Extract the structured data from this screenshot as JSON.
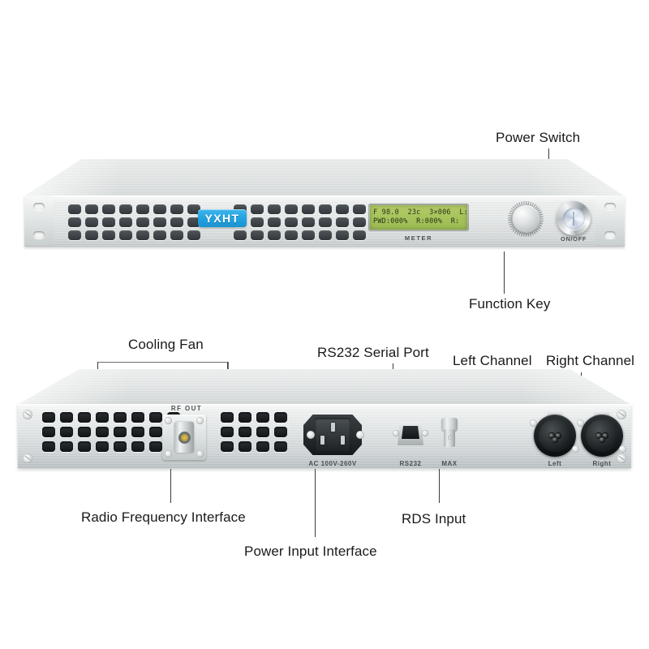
{
  "product": {
    "brand": "YXHT",
    "type": "1U rack-mount FM broadcast transmitter",
    "views": [
      "front-panel",
      "rear-panel"
    ]
  },
  "front": {
    "logo": "YXHT",
    "lcd": {
      "line1": "F 98.0  23c  3×006  L:",
      "line2": "PWD:000%  R:000%  R:"
    },
    "meter_label": "METER",
    "power_button_label": "ON/OFF"
  },
  "rear": {
    "rf_out_label": "RF  OUT",
    "ac_label": "AC  100V-260V",
    "rs232_label": "RS232",
    "bnc_label": "MAX",
    "xlr_left_label": "Left",
    "xlr_right_label": "Right"
  },
  "annotations": {
    "power_switch": "Power Switch",
    "function_key": "Function Key",
    "cooling_fan": "Cooling Fan",
    "rs232_serial_port": "RS232 Serial Port",
    "left_channel": "Left Channel",
    "right_channel": "Right Channel",
    "radio_frequency_interface": "Radio Frequency Interface",
    "power_input_interface": "Power Input Interface",
    "rds_input": "RDS Input"
  },
  "colors": {
    "brand_blue": "#23a3e0",
    "lcd_green": "#a8c55e",
    "chassis_silver": "#dfe3e4",
    "vent_dark": "#31373a",
    "label_text": "#1a1a1a"
  }
}
